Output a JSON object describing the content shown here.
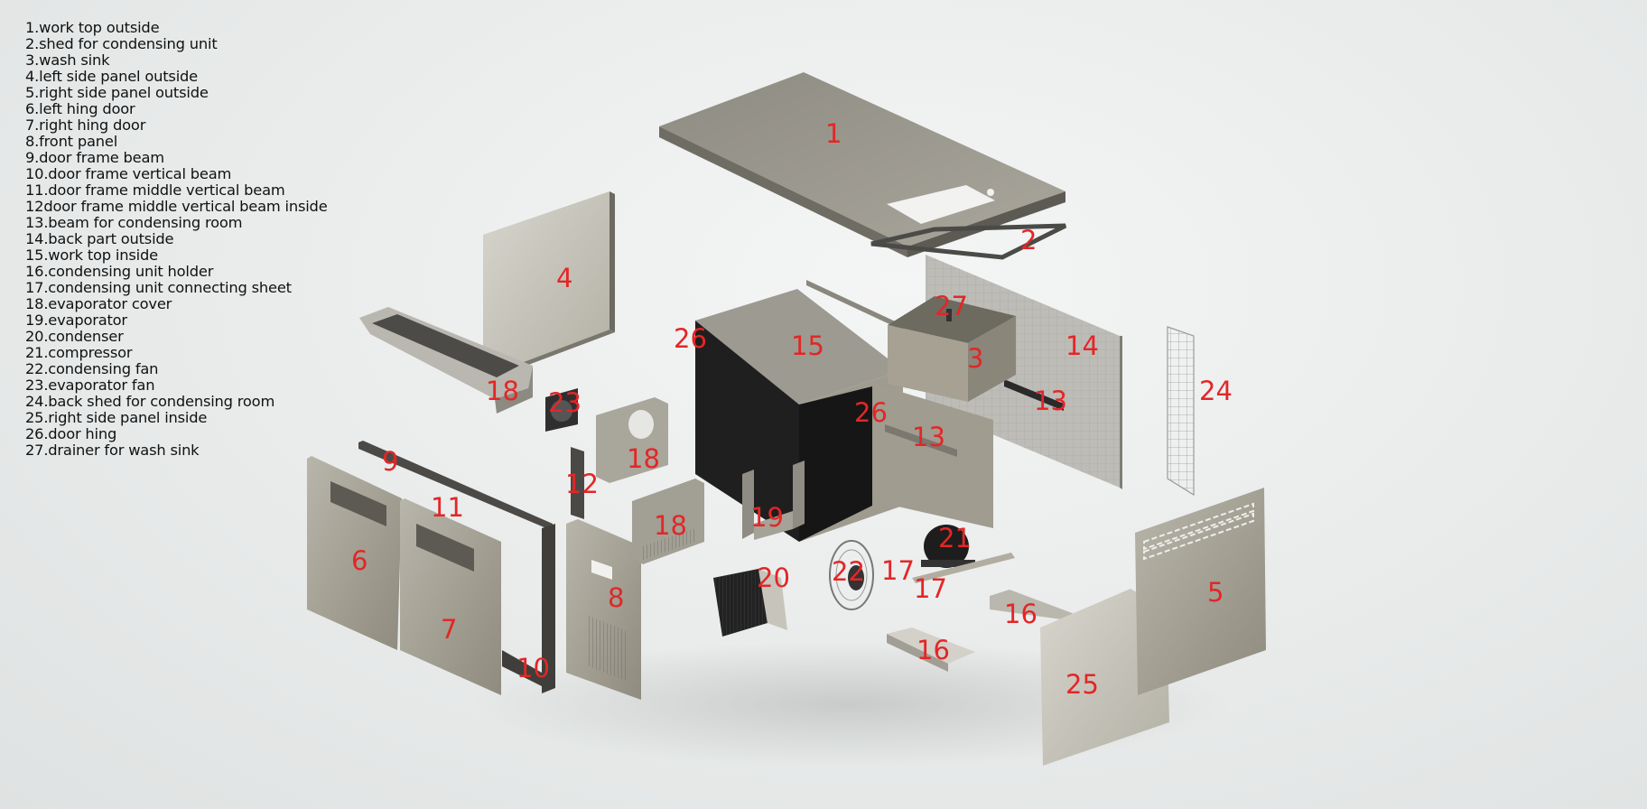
{
  "legend": [
    "1.work  top outside",
    "2.shed for condensing unit",
    "3.wash sink",
    "4.left side panel outside",
    "5.right side panel outside",
    "6.left hing door",
    "7.right hing door",
    "8.front panel",
    "9.door frame beam",
    "10.door frame vertical beam",
    "11.door frame middle vertical beam",
    "12door frame middle vertical beam inside",
    "13.beam for condensing room",
    "14.back part outside",
    "15.work top inside",
    "16.condensing unit holder",
    "17.condensing unit connecting sheet",
    "18.evaporator cover",
    "19.evaporator",
    "20.condenser",
    "21.compressor",
    "22.condensing fan",
    "23.evaporator fan",
    "24.back shed for condensing room",
    "25.right side panel inside",
    "26.door hing",
    "27.drainer for wash sink"
  ],
  "callouts": {
    "c1": "1",
    "c2": "2",
    "c3": "3",
    "c4": "4",
    "c5": "5",
    "c6": "6",
    "c7": "7",
    "c8": "8",
    "c9": "9",
    "c10": "10",
    "c11": "11",
    "c12": "12",
    "c13a": "13",
    "c13b": "13",
    "c14": "14",
    "c15": "15",
    "c16a": "16",
    "c16b": "16",
    "c17a": "17",
    "c17b": "17",
    "c18a": "18",
    "c18b": "18",
    "c18c": "18",
    "c19": "19",
    "c20": "20",
    "c21": "21",
    "c22": "22",
    "c23": "23",
    "c24": "24",
    "c25": "25",
    "c26a": "26",
    "c26b": "26",
    "c27": "27"
  },
  "colors": {
    "callout": "#e32626",
    "steel": "#9e9a8c",
    "steel_light": "#b6b3a8",
    "cabinet_interior": "#262626"
  }
}
